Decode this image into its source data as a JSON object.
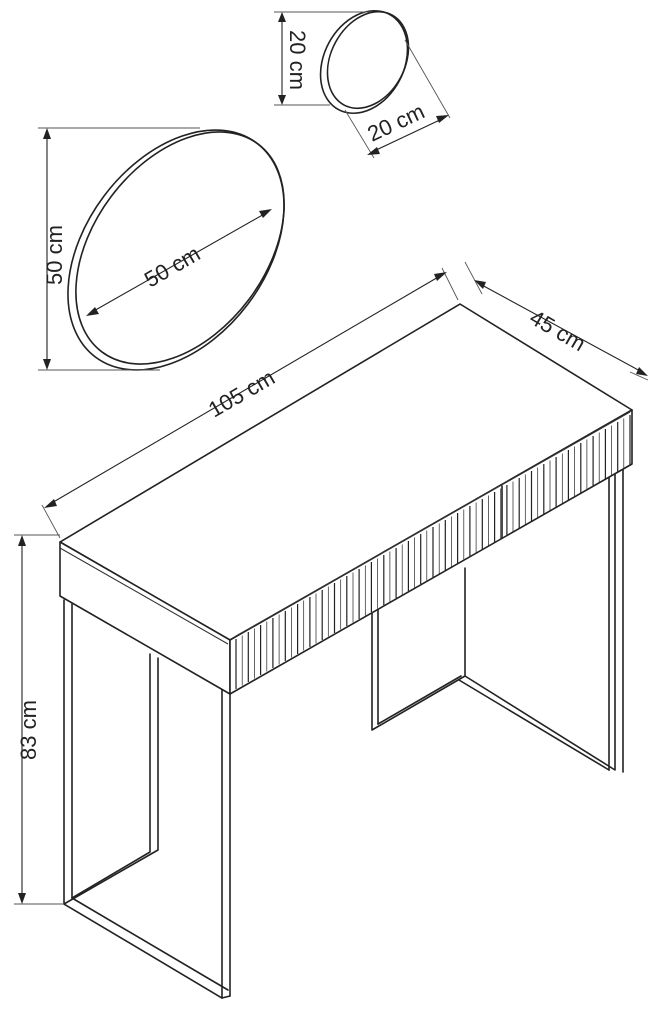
{
  "labels": {
    "small_mirror_height": "20 cm",
    "small_mirror_width": "20 cm",
    "large_mirror_height": "50 cm",
    "large_mirror_width": "50 cm",
    "table_width": "105 cm",
    "table_depth": "45 cm",
    "table_height": "83 cm"
  },
  "colors": {
    "line": "#222222",
    "background": "#ffffff"
  }
}
